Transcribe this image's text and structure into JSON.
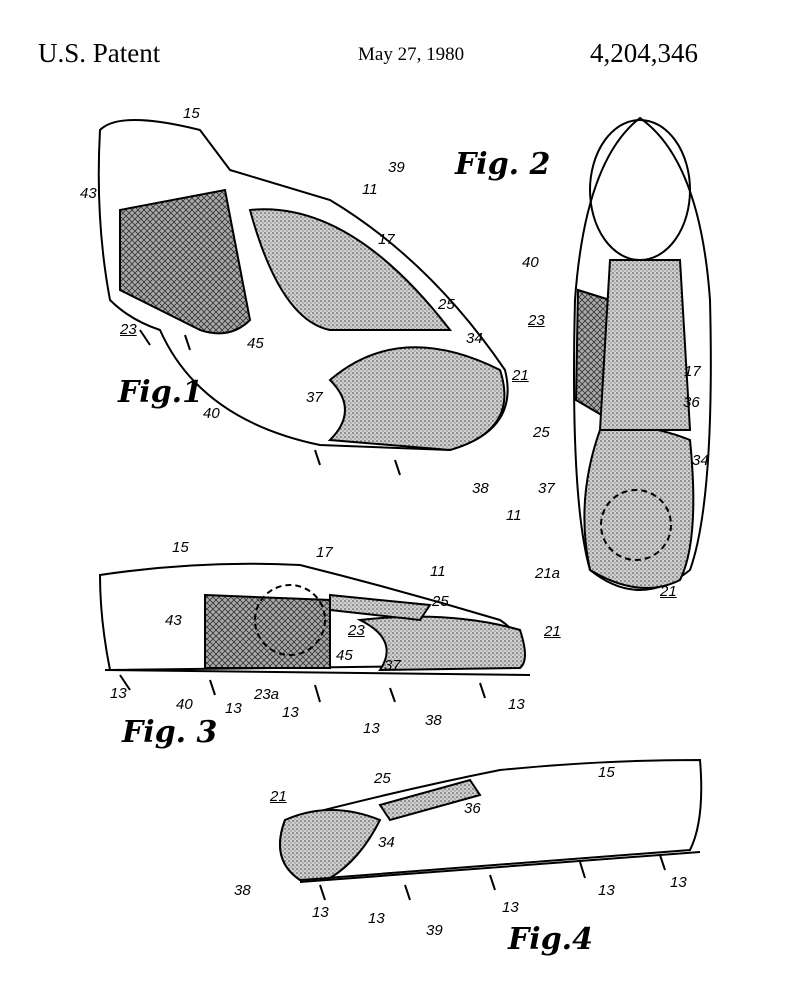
{
  "header": {
    "left": "U.S. Patent",
    "date": "May 27, 1980",
    "number": "4,204,346"
  },
  "figures": {
    "fig1": "Fig.1",
    "fig2": "Fig. 2",
    "fig3": "Fig. 3",
    "fig4": "Fig.4"
  },
  "fig1_labels": [
    "15",
    "39",
    "11",
    "43",
    "17",
    "25",
    "34",
    "23",
    "45",
    "21",
    "37",
    "40",
    "38"
  ],
  "fig2_labels": [
    "40",
    "23",
    "17",
    "36",
    "25",
    "34",
    "37",
    "11",
    "21a",
    "21"
  ],
  "fig3_labels": [
    "15",
    "17",
    "11",
    "25",
    "21",
    "43",
    "23",
    "45",
    "37",
    "40",
    "13",
    "13",
    "23a",
    "13",
    "38",
    "13",
    "13"
  ],
  "fig4_labels": [
    "15",
    "25",
    "36",
    "21",
    "34",
    "38",
    "13",
    "13",
    "39",
    "13",
    "13",
    "13"
  ]
}
